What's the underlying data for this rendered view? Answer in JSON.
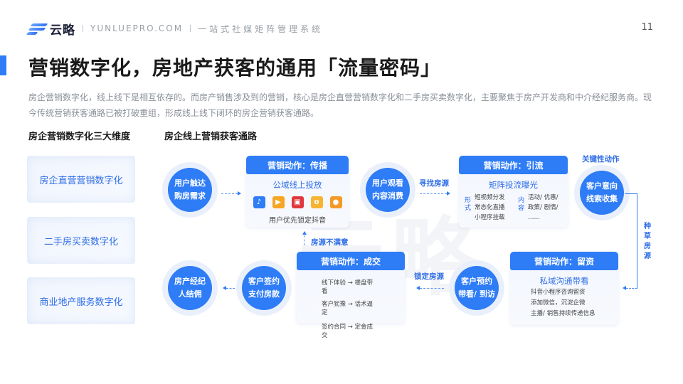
{
  "header": {
    "logo_text": "云略",
    "domain": "YUNLUEPRO.COM",
    "tagline": "一站式社媒矩阵管理系统",
    "page_number": "11"
  },
  "title": "营销数字化，房地产获客的通用「流量密码」",
  "description": "房企营销数字化，线上线下是相互依存的。而房产销售涉及到的营销，核心是房企直营营销数字化和二手房买卖数字化，主要聚焦于房产开发商和中介经纪服务商。现今传统营销获客通路已被打破重组，形成线上线下闭环的房企营销获客通路。",
  "left_section": {
    "title": "房企营销数字化三大维度",
    "cards": [
      "房企直营营销数字化",
      "二手房买卖数字化",
      "商业地产服务数字化"
    ]
  },
  "right_section": {
    "title": "房企线上营销获客通路"
  },
  "watermark": "云略",
  "flow": {
    "circles": {
      "c1": [
        "用户触达",
        "购房需求"
      ],
      "c2": [
        "用户观看",
        "内容消费"
      ],
      "c3": [
        "客户意向",
        "线索收集"
      ],
      "c4": [
        "客户预约",
        "带看/ 到访"
      ],
      "c5": [
        "客户签约",
        "支付房款"
      ],
      "c6": [
        "房产经纪",
        "人结佣"
      ]
    },
    "boxes": {
      "spread": {
        "header": "营销动作：传播",
        "subtitle": "公域线上投放",
        "icons": [
          "douyin-icon",
          "kuaishou-icon",
          "xiaohongshu-icon",
          "bilibili-icon",
          "weibo-icon"
        ],
        "note": "用户优先锁定抖音"
      },
      "traffic": {
        "header": "营销动作：引流",
        "subtitle": "矩阵投流曝光",
        "form_label": "形式",
        "form_items": [
          "短视频分发",
          "常态化直播",
          "小程序挂载"
        ],
        "content_label": "内容",
        "content_items": [
          "活动/ 优惠/",
          "政策/ 剧情/",
          "……"
        ]
      },
      "retain": {
        "header": "营销动作：留资",
        "subtitle": "私域沟通带看",
        "items": [
          "抖音小程序咨询留资",
          "添加微信，沉淀企微",
          "主播/ 销售持续传递信息"
        ]
      },
      "deal": {
        "header": "营销动作：成交",
        "items": [
          "线下体验 → 楼盘带看",
          "客户犹豫 → 话术逼定",
          "签约合同 → 定金成交"
        ]
      }
    },
    "labels": {
      "find_house": "寻找房源",
      "key_action": "关键性动作",
      "seed_house": "种草房源",
      "lock_house": "锁定房源",
      "unsatisfied": "房源不满意"
    },
    "colors": {
      "primary": "#2e7cf6",
      "circle_ring": "#e9f0fb",
      "label": "#2e6ee6"
    }
  }
}
